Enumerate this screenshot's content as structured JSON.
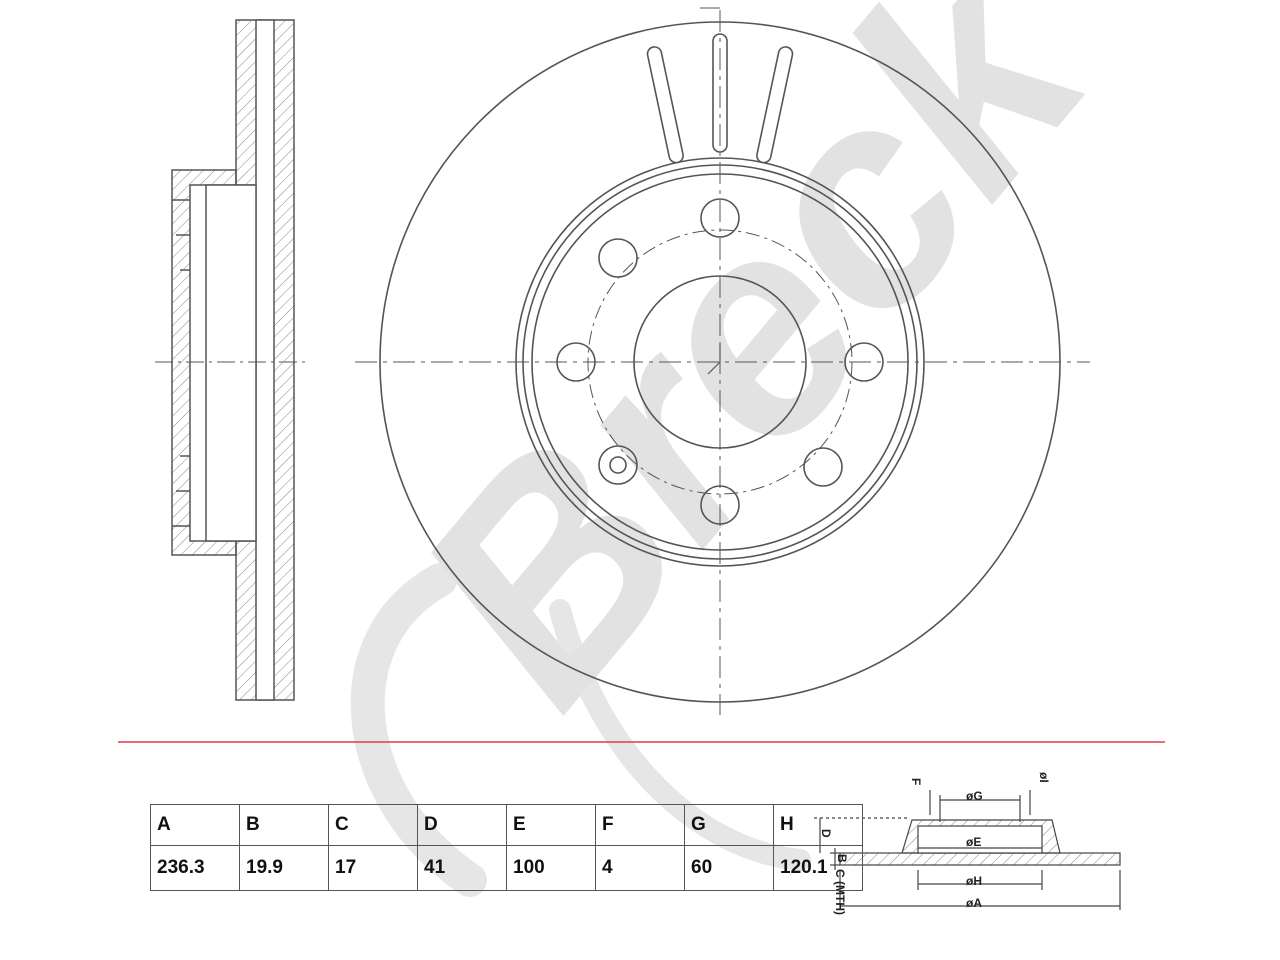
{
  "watermark": {
    "text": "Breck",
    "color": "#e2e2e2"
  },
  "divider_color": "#e03a4a",
  "table": {
    "headers": [
      "A",
      "B",
      "C",
      "D",
      "E",
      "F",
      "G",
      "H"
    ],
    "values": [
      "236.3",
      "19.9",
      "17",
      "41",
      "100",
      "4",
      "60",
      "120.1"
    ]
  },
  "section_labels": {
    "F": "F",
    "G": "øG",
    "I": "øI",
    "E": "øE",
    "H": "øH",
    "A": "øA",
    "D": "D",
    "B": "B",
    "C": "C (MTH)"
  }
}
